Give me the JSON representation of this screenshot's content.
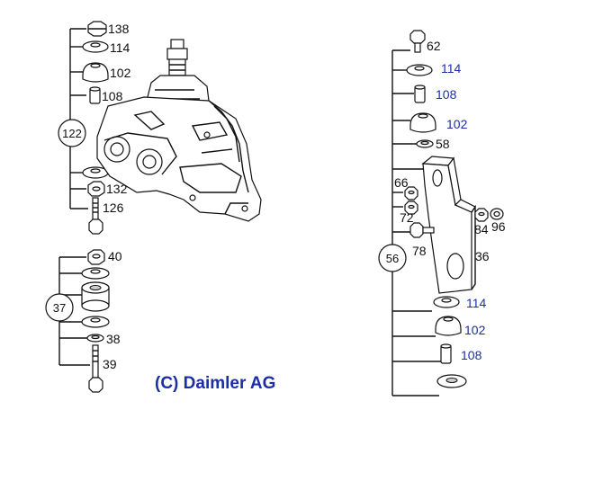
{
  "watermark": "(C) Daimler AG",
  "colors": {
    "line": "#111111",
    "accent_blue": "#1a2ea8",
    "background": "#ffffff"
  },
  "groups": {
    "g122": "122",
    "g37": "37",
    "g56": "56"
  },
  "left_top": {
    "p138": "138",
    "p114": "114",
    "p102": "102",
    "p108": "108",
    "p132": "132",
    "p126": "126"
  },
  "left_bottom": {
    "p40": "40",
    "p38": "38",
    "p39": "39"
  },
  "right": {
    "p62": "62",
    "p114a": "114",
    "p108a": "108",
    "p102a": "102",
    "p58": "58",
    "p66": "66",
    "p72": "72",
    "p78": "78",
    "p84": "84",
    "p96": "96",
    "p36": "36",
    "p114b": "114",
    "p102b": "102",
    "p108b": "108"
  }
}
